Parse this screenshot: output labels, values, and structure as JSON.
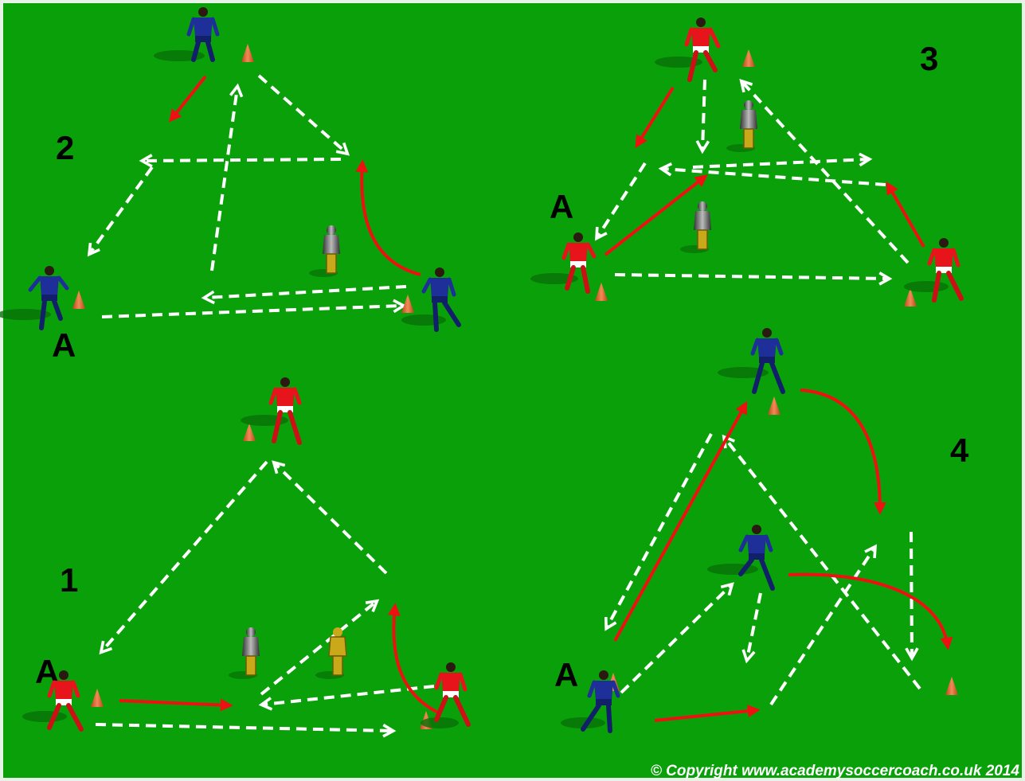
{
  "diagram": {
    "title": "",
    "colors": {
      "pitch": "#0aa00a",
      "pass_line": "#ffffff",
      "run_line": "#ee1111",
      "team_red_shirt": "#e8141c",
      "team_blue_shirt": "#1e2f9a",
      "cone": "#e2683a",
      "mannequin": "#c9a91a"
    },
    "drills": [
      {
        "number": "1",
        "start_label": "A"
      },
      {
        "number": "2",
        "start_label": "A"
      },
      {
        "number": "3",
        "start_label": "A"
      },
      {
        "number": "4",
        "start_label": "A"
      }
    ],
    "copyright": "© Copyright www.academysoccercoach.co.uk 2014"
  }
}
